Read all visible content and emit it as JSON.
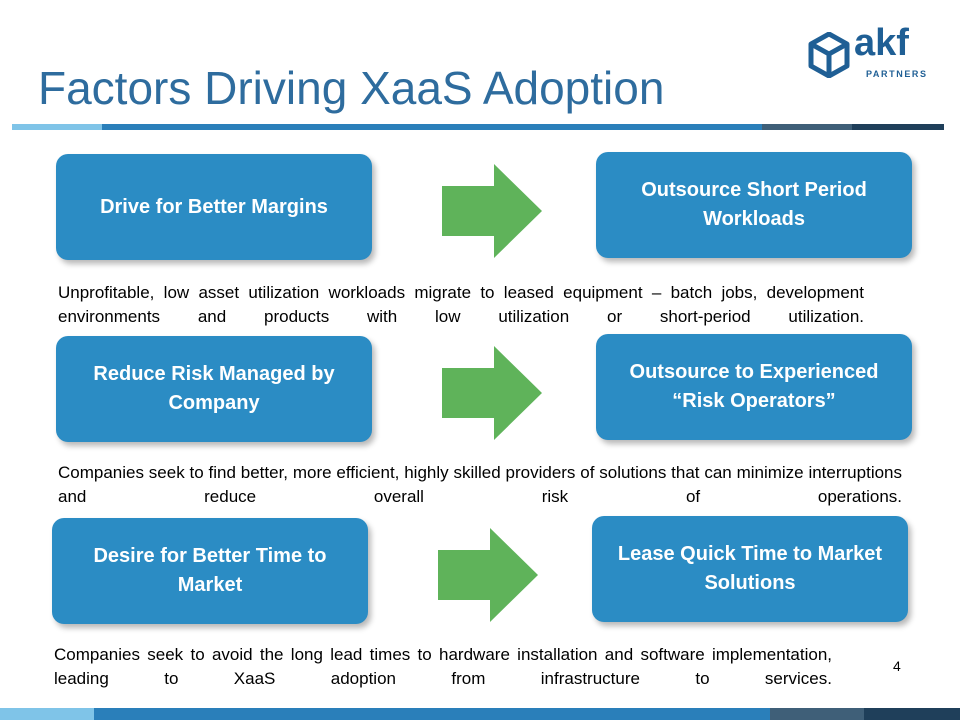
{
  "title": "Factors Driving XaaS Adoption",
  "logo": {
    "word": "akf",
    "sub": "PARTNERS"
  },
  "colors": {
    "title": "#2e6c9e",
    "box": "#2b8cc4",
    "arrow": "#5fb35a",
    "bar_light": "#7fc4e8",
    "bar_mid": "#2a7fba",
    "bar_dark": "#1f3f5a"
  },
  "rows": [
    {
      "cause": "Drive for Better Margins",
      "effect": "Outsource Short Period Workloads",
      "description": "Unprofitable, low asset utilization workloads migrate to leased equipment – batch jobs, development environments and products with low utilization or short-period utilization."
    },
    {
      "cause": "Reduce Risk Managed by Company",
      "effect": "Outsource to Experienced “Risk Operators”",
      "description": "Companies seek to find better, more efficient, highly skilled providers of solutions that can minimize interruptions and reduce overall risk of operations."
    },
    {
      "cause": "Desire for Better Time to Market",
      "effect": "Lease Quick Time to Market Solutions",
      "description": "Companies seek to avoid the long lead times to hardware installation and software implementation, leading to XaaS adoption from infrastructure to services."
    }
  ],
  "page_number": "4"
}
